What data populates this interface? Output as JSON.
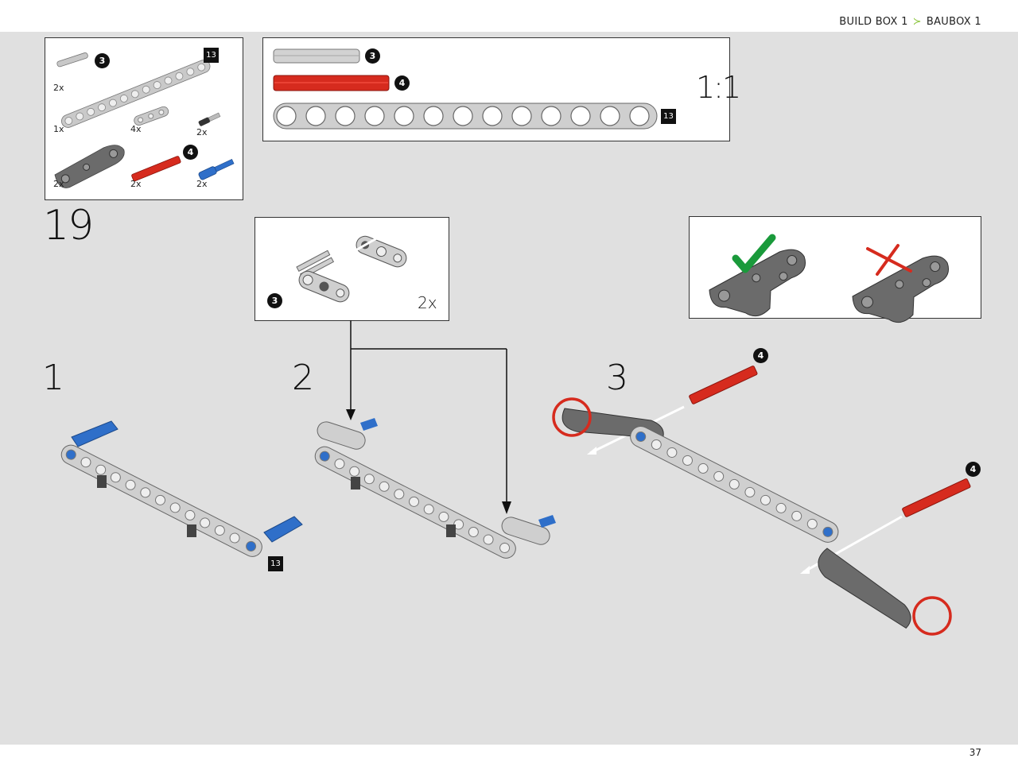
{
  "header": {
    "crumb_primary": "BUILD BOX 1",
    "crumb_separator": "≻",
    "crumb_secondary": "BAUBOX 1"
  },
  "footer": {
    "page_number": "37"
  },
  "colors": {
    "accent": "#8dc63f",
    "red_part": "#d62b1e",
    "blue_part": "#2f6fc9",
    "grey_part": "#b8b8b8",
    "dark_part": "#666666",
    "ok": "#1a9a3b",
    "bad": "#d62b1e"
  },
  "parts_list": {
    "items": [
      {
        "icon": "axle-3-grey",
        "callout": "3",
        "qty": "2x"
      },
      {
        "icon": "beam-13",
        "callout": "13",
        "qty": "1x"
      },
      {
        "icon": "beam-3-thin",
        "callout": "",
        "qty": "4x"
      },
      {
        "icon": "pin-black-axle",
        "callout": "",
        "qty": "2x"
      },
      {
        "icon": "frame-dark-grey",
        "callout": "",
        "qty": "2x"
      },
      {
        "icon": "axle-4-red",
        "callout": "4",
        "qty": "2x"
      },
      {
        "icon": "pin-blue-axle",
        "callout": "",
        "qty": "2x"
      }
    ]
  },
  "scale_box": {
    "axle3_callout": "3",
    "axle4_callout": "4",
    "beam_callout": "13",
    "scale_label": "1:1"
  },
  "step": {
    "number": "19"
  },
  "subassembly": {
    "callout": "3",
    "multiplier": "2x"
  },
  "orientation": {
    "ok_icon": "checkmark-icon",
    "bad_icon": "cross-icon"
  },
  "substeps": [
    {
      "number": "1",
      "callout": "13"
    },
    {
      "number": "2"
    },
    {
      "number": "3",
      "callout_a": "4",
      "callout_b": "4"
    }
  ]
}
